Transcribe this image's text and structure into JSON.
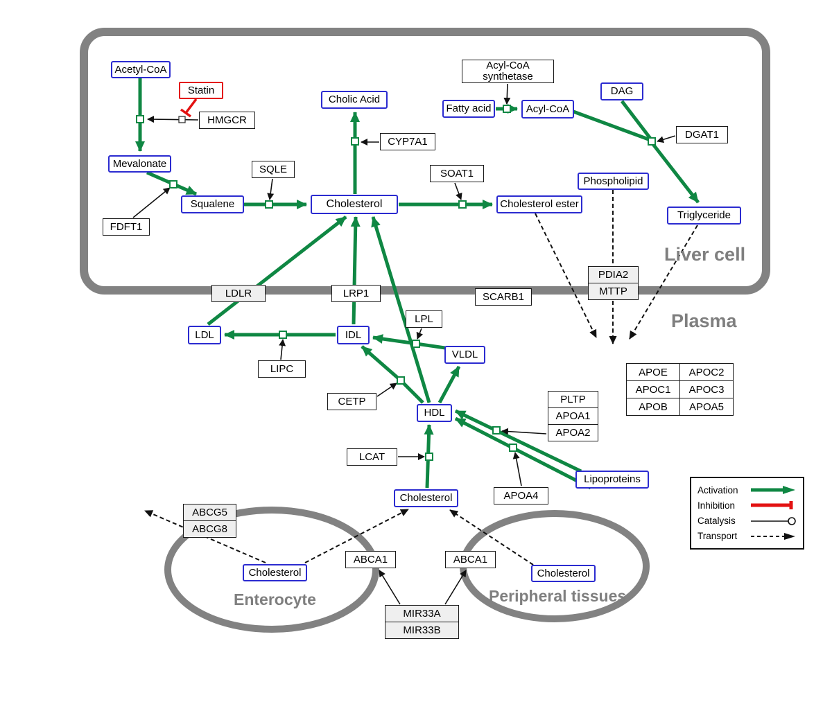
{
  "regions": {
    "liver": {
      "label": "Liver cell"
    },
    "plasma": {
      "label": "Plasma"
    },
    "enterocyte": {
      "label": "Enterocyte"
    },
    "peripheral": {
      "label": "Peripheral tissues"
    }
  },
  "nodes": {
    "acetyl_coa": "Acetyl-CoA",
    "statin": "Statin",
    "hmgcr": "HMGCR",
    "mevalonate": "Mevalonate",
    "fdft1": "FDFT1",
    "squalene": "Squalene",
    "sqle": "SQLE",
    "cholic_acid": "Cholic Acid",
    "cyp7a1": "CYP7A1",
    "cholesterol_liver": "Cholesterol",
    "soat1": "SOAT1",
    "cholesterol_ester": "Cholesterol ester",
    "acyl_coa_synthetase": "Acyl-CoA synthetase",
    "fatty_acid": "Fatty acid",
    "acyl_coa": "Acyl-CoA",
    "dag": "DAG",
    "dgat1": "DGAT1",
    "phospholipid": "Phospholipid",
    "triglyceride": "Triglyceride",
    "ldlr": "LDLR",
    "lrp1": "LRP1",
    "scarb1": "SCARB1",
    "pdia2": "PDIA2",
    "mttp": "MTTP",
    "ldl": "LDL",
    "idl": "IDL",
    "lipc": "LIPC",
    "lpl": "LPL",
    "vldl": "VLDL",
    "cetp": "CETP",
    "hdl": "HDL",
    "pltp": "PLTP",
    "apoa1": "APOA1",
    "apoa2": "APOA2",
    "lcat": "LCAT",
    "apoa4": "APOA4",
    "lipoproteins": "Lipoproteins",
    "cholesterol_plasma": "Cholesterol",
    "abcg5": "ABCG5",
    "abcg8": "ABCG8",
    "cholesterol_enterocyte": "Cholesterol",
    "abca1_left": "ABCA1",
    "abca1_right": "ABCA1",
    "cholesterol_peripheral": "Cholesterol",
    "mir33a": "MIR33A",
    "mir33b": "MIR33B"
  },
  "apo_table": {
    "rows": [
      [
        "APOE",
        "APOC2"
      ],
      [
        "APOC1",
        "APOC3"
      ],
      [
        "APOB",
        "APOA5"
      ]
    ]
  },
  "legend": {
    "activation": "Activation",
    "inhibition": "Inhibition",
    "catalysis": "Catalysis",
    "transport": "Transport"
  },
  "colors": {
    "activation_green": "#0F8743",
    "inhibition_red": "#E31212",
    "entity_blue": "#2B2BD0",
    "membrane_gray": "#828282",
    "enzyme_border": "#1A1A1A"
  },
  "relations": [
    {
      "from": "acetyl_coa",
      "to": "mevalonate",
      "type": "activation",
      "catalyst": "hmgcr"
    },
    {
      "from": "statin",
      "to": "hmgcr",
      "type": "inhibition"
    },
    {
      "from": "mevalonate",
      "to": "squalene",
      "type": "activation",
      "catalyst": "fdft1"
    },
    {
      "from": "squalene",
      "to": "cholesterol_liver",
      "type": "activation",
      "catalyst": "sqle"
    },
    {
      "from": "cholesterol_liver",
      "to": "cholic_acid",
      "type": "activation",
      "catalyst": "cyp7a1"
    },
    {
      "from": "cholesterol_liver",
      "to": "cholesterol_ester",
      "type": "activation",
      "catalyst": "soat1"
    },
    {
      "from": "fatty_acid",
      "to": "acyl_coa",
      "type": "activation",
      "catalyst": "acyl_coa_synthetase"
    },
    {
      "from": "acyl_coa",
      "to": "triglyceride",
      "type": "activation",
      "catalyst": "dgat1"
    },
    {
      "from": "dag",
      "to": "triglyceride",
      "type": "activation",
      "catalyst": "dgat1"
    },
    {
      "from": "ldl",
      "to": "cholesterol_liver",
      "type": "activation",
      "via": "ldlr"
    },
    {
      "from": "idl",
      "to": "cholesterol_liver",
      "type": "activation",
      "via": "lrp1"
    },
    {
      "from": "hdl",
      "to": "cholesterol_liver",
      "type": "activation",
      "via": "scarb1"
    },
    {
      "from": "idl",
      "to": "ldl",
      "type": "activation",
      "catalyst": "lipc"
    },
    {
      "from": "vldl",
      "to": "idl",
      "type": "activation",
      "catalyst": "lpl"
    },
    {
      "from": "hdl",
      "to": "vldl",
      "type": "activation"
    },
    {
      "from": "hdl",
      "to": "idl",
      "type": "activation",
      "catalyst": "cetp"
    },
    {
      "from": "cholesterol_plasma",
      "to": "hdl",
      "type": "activation",
      "catalyst": "lcat"
    },
    {
      "from": "lipoproteins",
      "to": "hdl",
      "type": "activation",
      "catalyst": "pltp/apoa1/apoa2"
    },
    {
      "from": "lipoproteins",
      "to": "hdl",
      "type": "activation",
      "catalyst": "apoa4"
    },
    {
      "from": "cholesterol_ester",
      "to": "plasma",
      "type": "transport"
    },
    {
      "from": "phospholipid",
      "to": "plasma",
      "type": "transport",
      "via": "pdia2/mttp"
    },
    {
      "from": "triglyceride",
      "to": "plasma",
      "type": "transport"
    },
    {
      "from": "cholesterol_enterocyte",
      "to": "outside_enterocyte",
      "type": "transport",
      "via": "abcg5/abcg8"
    },
    {
      "from": "cholesterol_enterocyte",
      "to": "cholesterol_plasma",
      "type": "transport",
      "via": "abca1_left"
    },
    {
      "from": "cholesterol_peripheral",
      "to": "cholesterol_plasma",
      "type": "transport",
      "via": "abca1_right"
    },
    {
      "from": "mir33a/mir33b",
      "to": "abca1_left",
      "type": "regulation"
    },
    {
      "from": "mir33a/mir33b",
      "to": "abca1_right",
      "type": "regulation"
    }
  ]
}
